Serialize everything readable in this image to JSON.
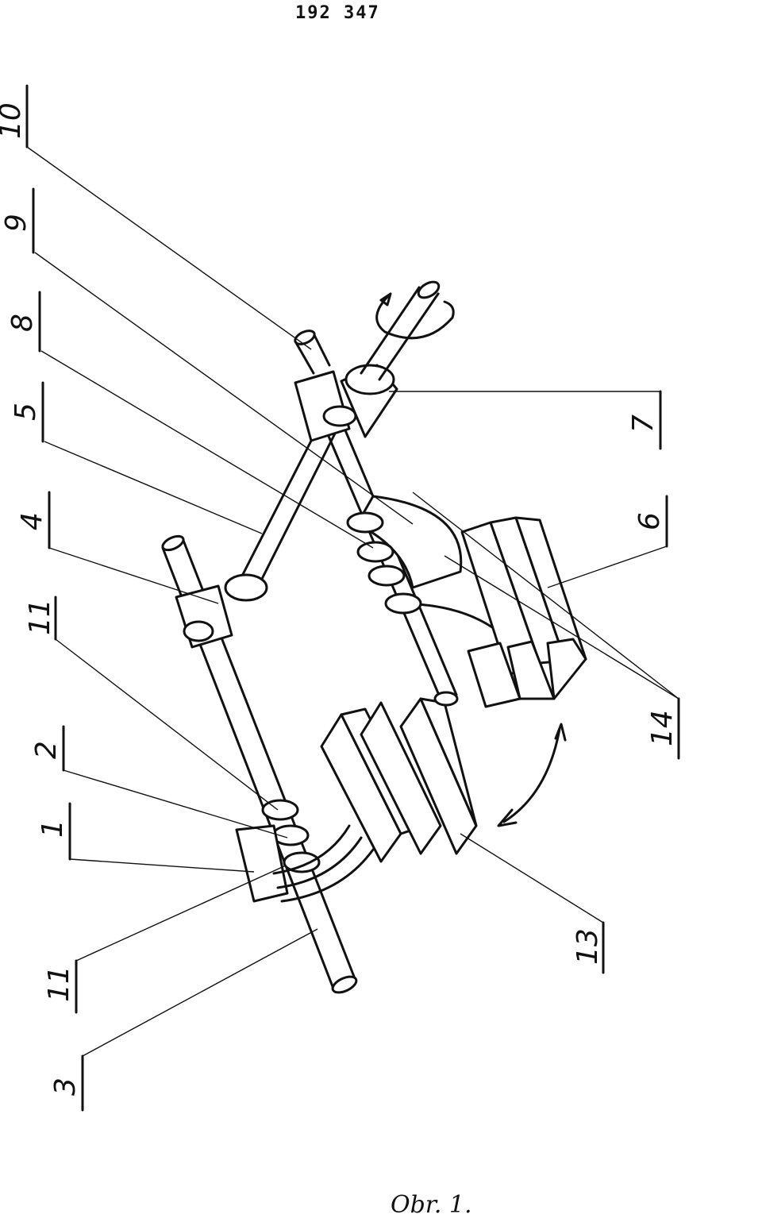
{
  "header": {
    "patent_number": "192 347"
  },
  "caption": "Obr. 1.",
  "labels": [
    "10",
    "9",
    "8",
    "5",
    "4",
    "11",
    "2",
    "1",
    "11",
    "3",
    "7",
    "6",
    "14",
    "13"
  ]
}
